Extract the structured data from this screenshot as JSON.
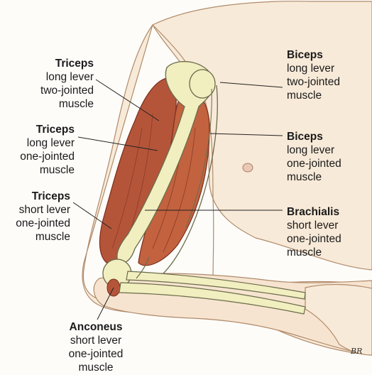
{
  "labels": {
    "triceps_long_two": {
      "title": "Triceps",
      "lines": [
        "long lever",
        "two-jointed",
        "muscle"
      ]
    },
    "triceps_long_one": {
      "title": "Triceps",
      "lines": [
        "long lever",
        "one-jointed",
        "muscle"
      ]
    },
    "triceps_short_one": {
      "title": "Triceps",
      "lines": [
        "short lever",
        "one-jointed",
        "muscle"
      ]
    },
    "anconeus": {
      "title": "Anconeus",
      "lines": [
        "short lever",
        "one-jointed",
        "muscle"
      ]
    },
    "biceps_long_two": {
      "title": "Biceps",
      "lines": [
        "long lever",
        "two-jointed",
        "muscle"
      ]
    },
    "biceps_long_one": {
      "title": "Biceps",
      "lines": [
        "long lever",
        "one-jointed",
        "muscle"
      ]
    },
    "brachialis": {
      "title": "Brachialis",
      "lines": [
        "short lever",
        "one-jointed",
        "muscle"
      ]
    }
  },
  "signature": "BR",
  "colors": {
    "skin": "#f8ead8",
    "skin_shadow": "#e8c7a8",
    "muscle": "#b4553a",
    "muscle_dark": "#8c3a25",
    "bone": "#f1eec0",
    "bone_outline": "#6b6b4a",
    "leader": "#222222"
  }
}
